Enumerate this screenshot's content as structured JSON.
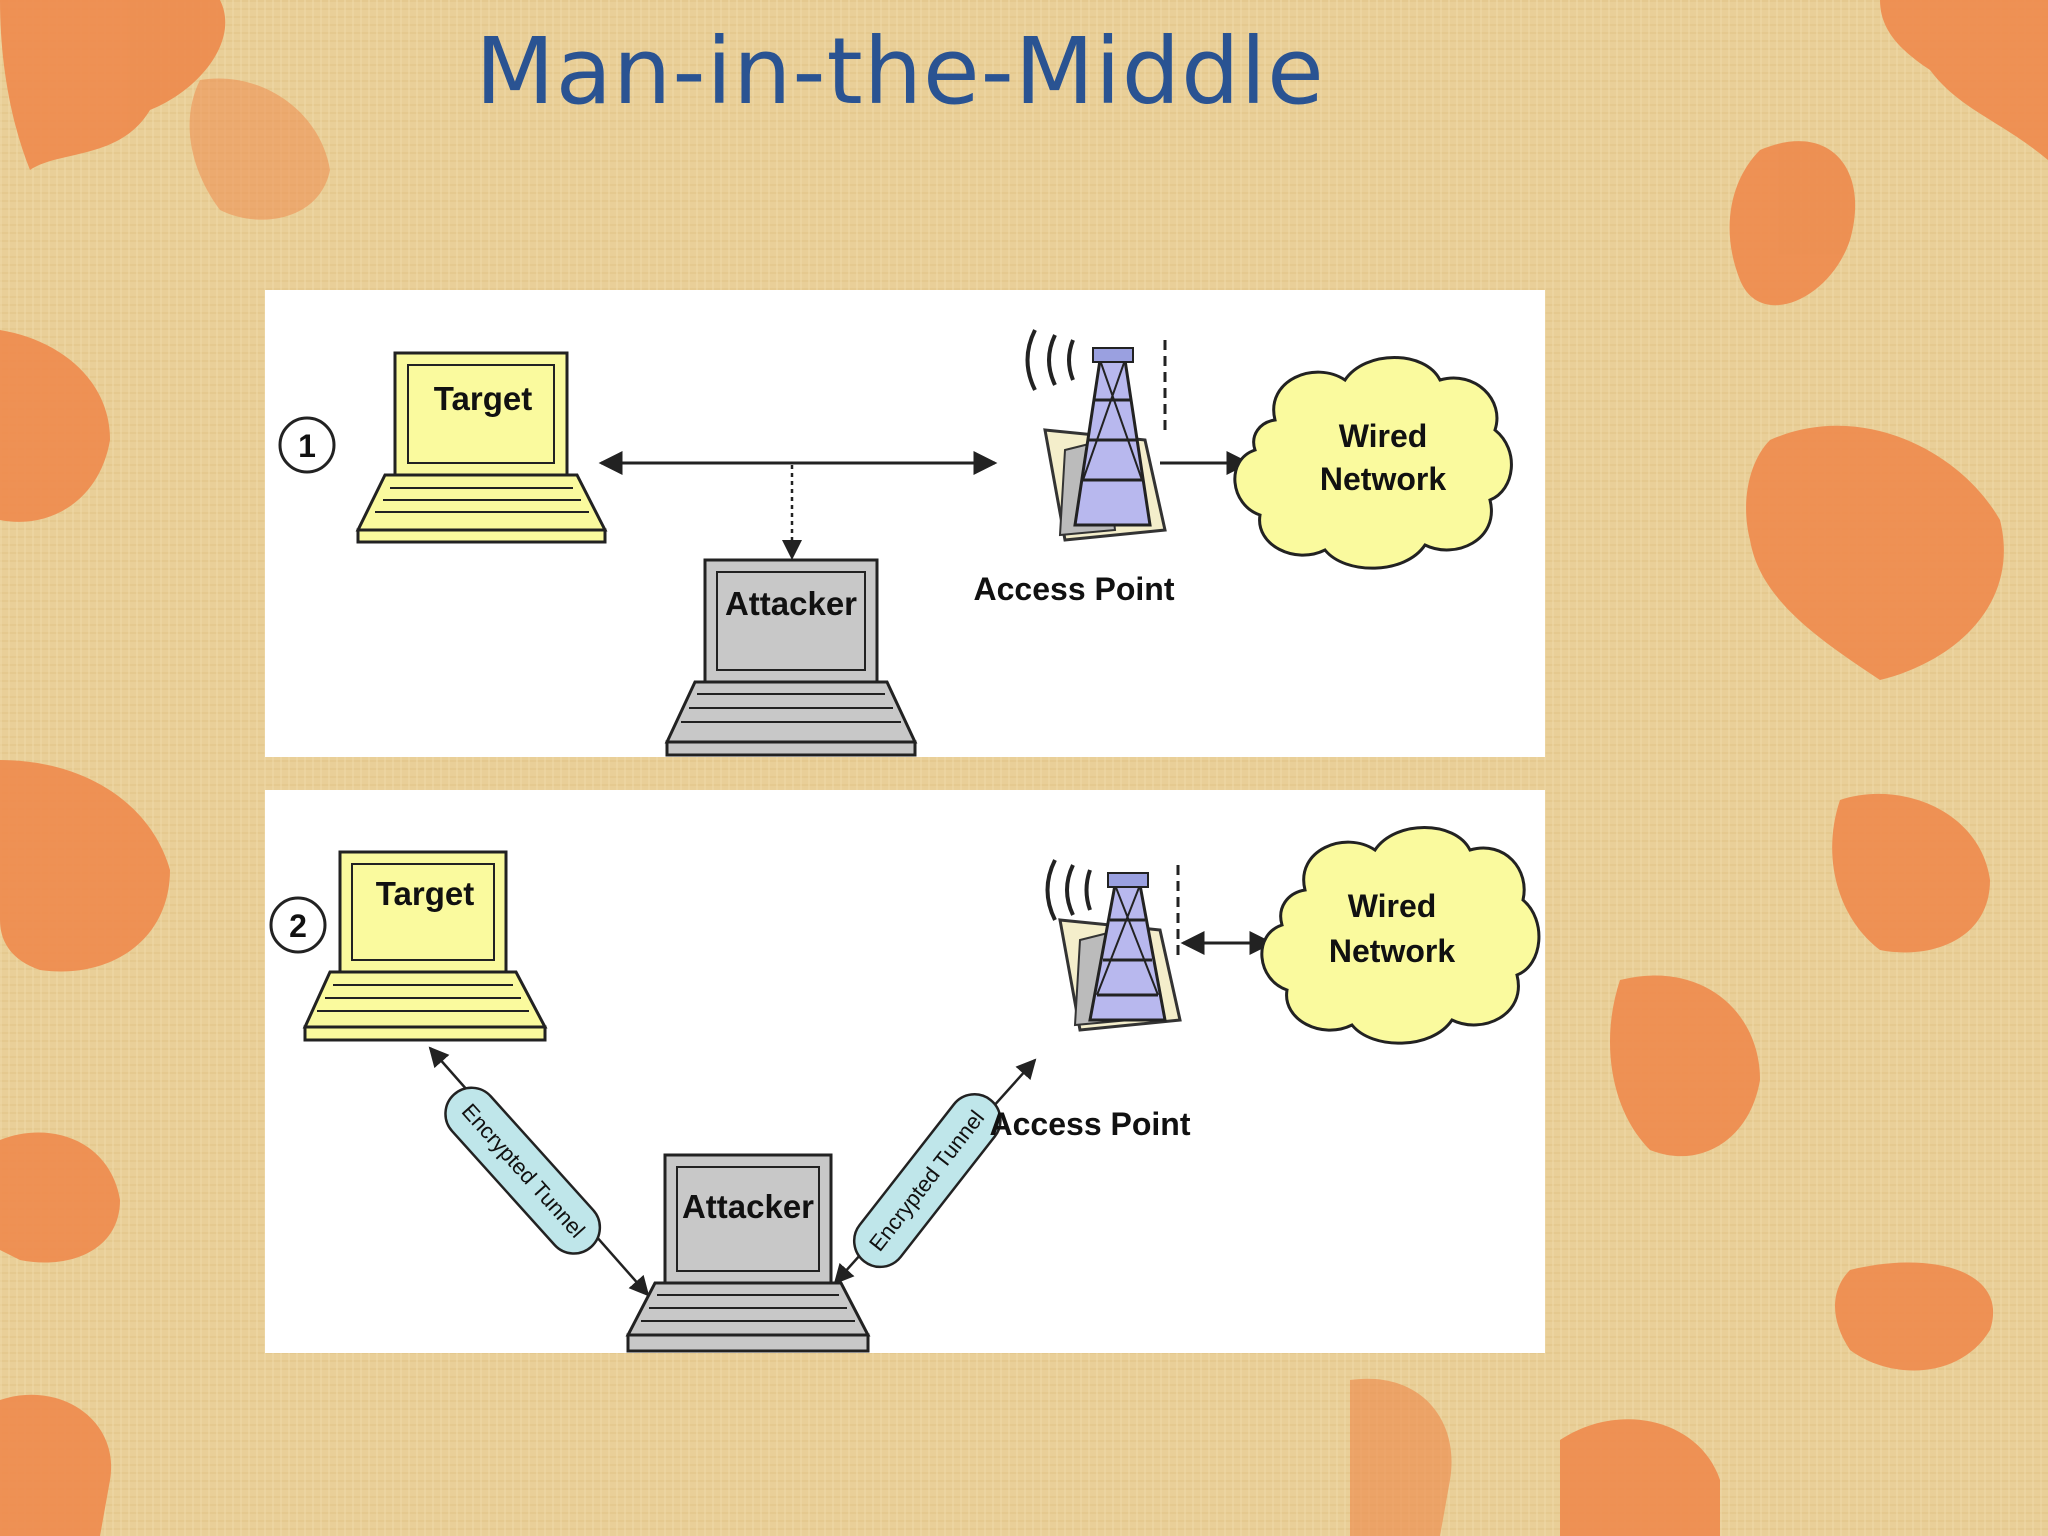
{
  "title": "Man-in-the-Middle",
  "colors": {
    "background": "#e9cf98",
    "leaf": "#ee8a4c",
    "title": "#2a5392",
    "target_laptop": "#fafa9e",
    "attacker_laptop": "#c8c8c8",
    "cloud": "#fafa9e",
    "tunnel": "#bfe6ea"
  },
  "panel1": {
    "step": "1",
    "target": "Target",
    "attacker": "Attacker",
    "access_point": "Access Point",
    "cloud_line1": "Wired",
    "cloud_line2": "Network"
  },
  "panel2": {
    "step": "2",
    "target": "Target",
    "attacker": "Attacker",
    "access_point": "Access Point",
    "cloud_line1": "Wired",
    "cloud_line2": "Network",
    "tunnel_left": "Encrypted Tunnel",
    "tunnel_right": "Encrypted Tunnel"
  }
}
